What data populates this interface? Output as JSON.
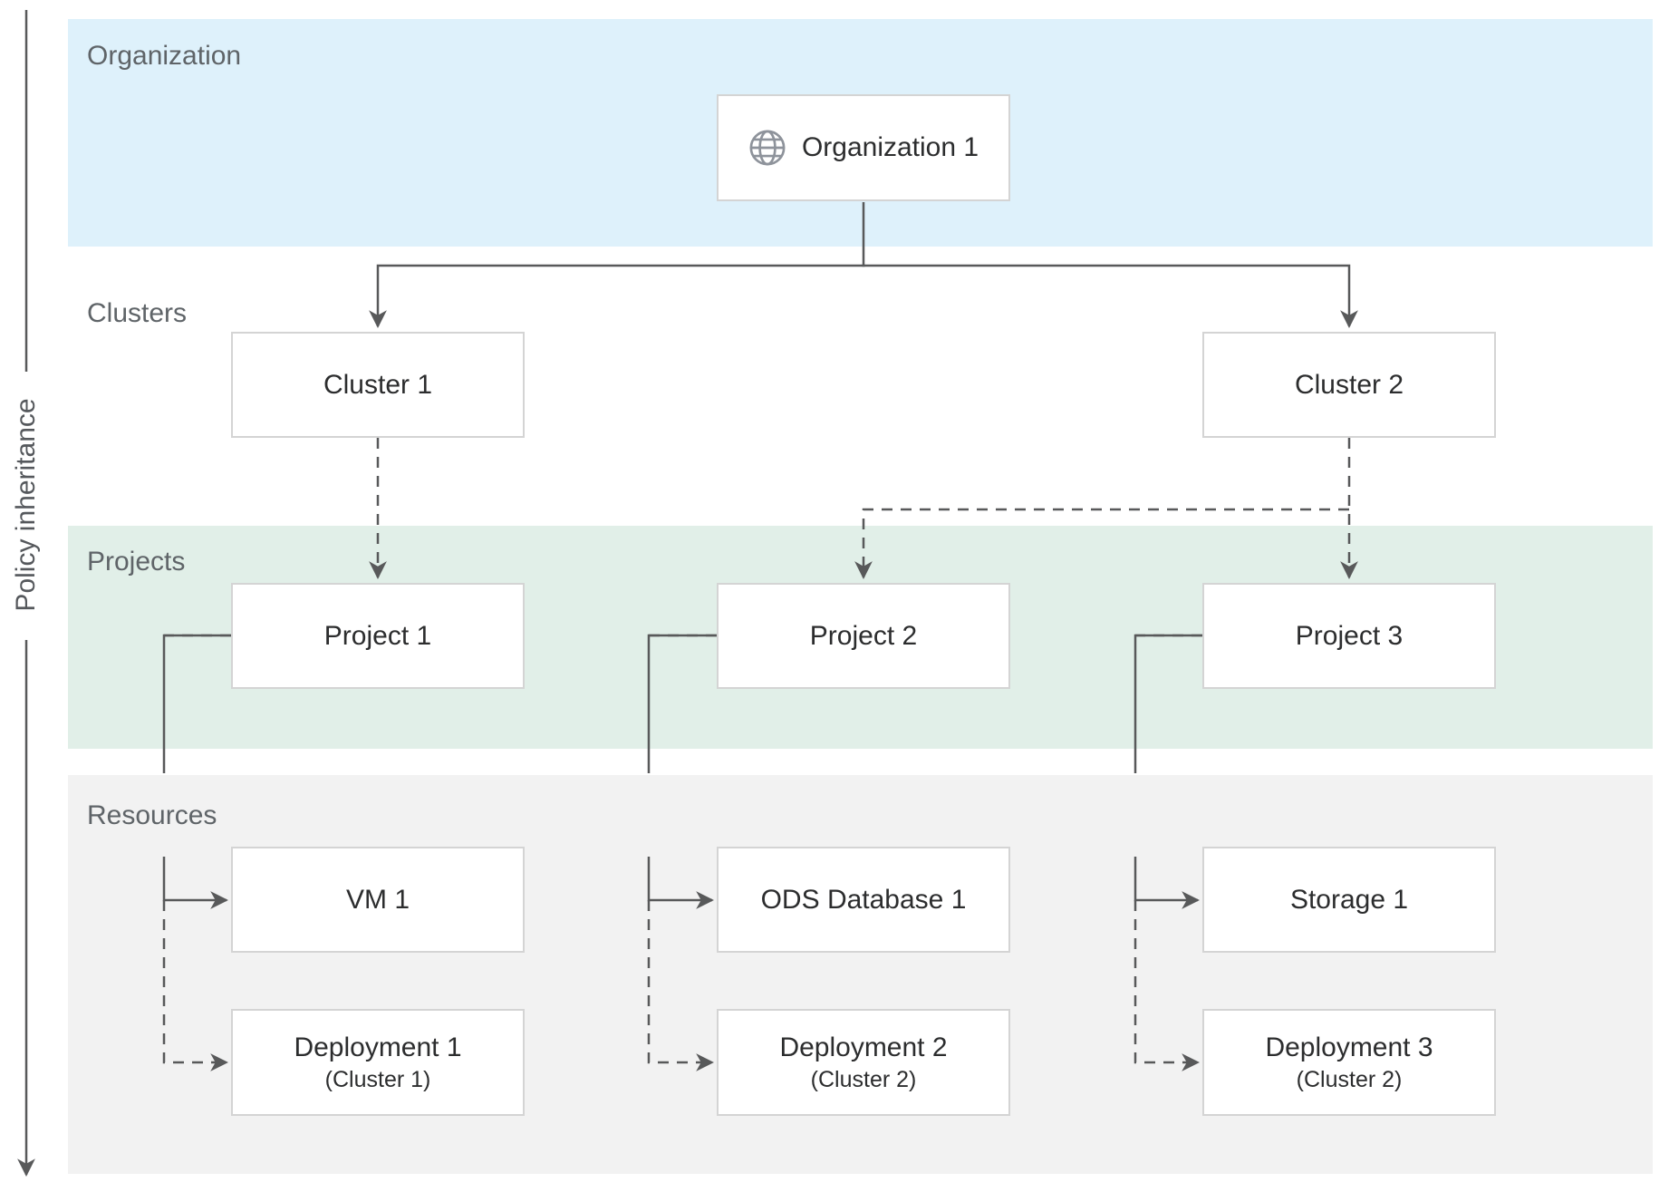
{
  "policy_axis": {
    "label": "Policy inheritance"
  },
  "bands": {
    "organization": {
      "label": "Organization"
    },
    "clusters": {
      "label": "Clusters"
    },
    "projects": {
      "label": "Projects"
    },
    "resources": {
      "label": "Resources"
    }
  },
  "nodes": {
    "organization1": {
      "label": "Organization 1",
      "icon": "globe-icon"
    },
    "cluster1": {
      "label": "Cluster 1"
    },
    "cluster2": {
      "label": "Cluster 2"
    },
    "project1": {
      "label": "Project 1"
    },
    "project2": {
      "label": "Project 2"
    },
    "project3": {
      "label": "Project 3"
    },
    "vm1": {
      "label": "VM 1"
    },
    "odsDatabase1": {
      "label": "ODS Database 1"
    },
    "storage1": {
      "label": "Storage 1"
    },
    "deployment1": {
      "label": "Deployment 1",
      "sublabel": "(Cluster 1)"
    },
    "deployment2": {
      "label": "Deployment 2",
      "sublabel": "(Cluster 2)"
    },
    "deployment3": {
      "label": "Deployment 3",
      "sublabel": "(Cluster 2)"
    }
  },
  "edges": [
    {
      "from": "organization1",
      "to": "cluster1",
      "style": "solid"
    },
    {
      "from": "organization1",
      "to": "cluster2",
      "style": "solid"
    },
    {
      "from": "cluster1",
      "to": "project1",
      "style": "dashed"
    },
    {
      "from": "cluster2",
      "to": "project2",
      "style": "dashed"
    },
    {
      "from": "cluster2",
      "to": "project3",
      "style": "dashed"
    },
    {
      "from": "project1",
      "to": "vm1",
      "style": "solid"
    },
    {
      "from": "project1",
      "to": "deployment1",
      "style": "dashed"
    },
    {
      "from": "project2",
      "to": "odsDatabase1",
      "style": "solid"
    },
    {
      "from": "project2",
      "to": "deployment2",
      "style": "dashed"
    },
    {
      "from": "project3",
      "to": "storage1",
      "style": "solid"
    },
    {
      "from": "project3",
      "to": "deployment3",
      "style": "dashed"
    }
  ],
  "colors": {
    "band_organization": "#def1fb",
    "band_projects": "#e1efe8",
    "band_resources": "#f2f2f2",
    "line": "#58595a",
    "band_label": "#5f6468",
    "node_label": "#2c2d2e",
    "node_border": "#d4d4d4",
    "node_bg": "#ffffff",
    "icon": "#8e939b"
  }
}
